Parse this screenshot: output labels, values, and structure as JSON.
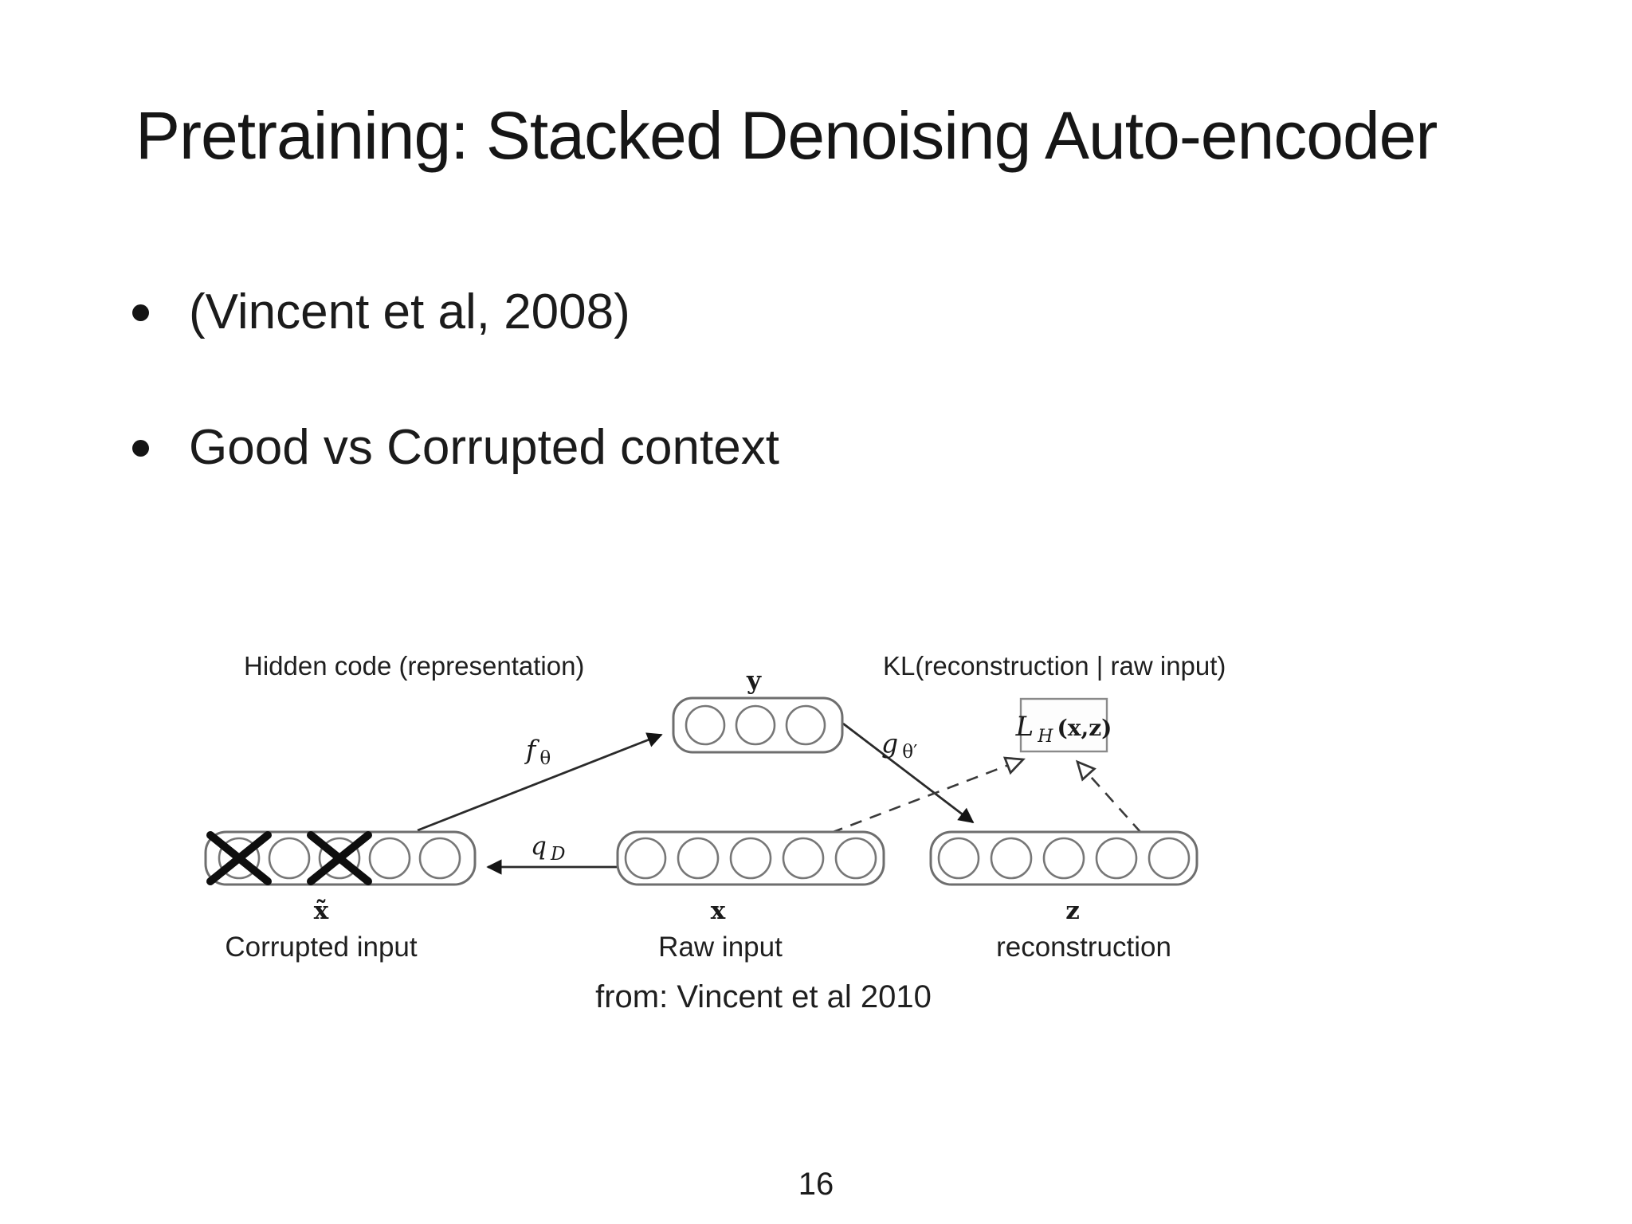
{
  "slide": {
    "title": "Pretraining: Stacked Denoising Auto-encoder",
    "bullets": [
      {
        "label": "(Vincent et al, 2008)"
      },
      {
        "label": "Good vs Corrupted context"
      }
    ],
    "page_number": "16"
  },
  "diagram": {
    "annotations": {
      "hidden_code": "Hidden code (representation)",
      "kl": "KL(reconstruction | raw input)"
    },
    "caption": "from: Vincent et al 2010",
    "nodes": {
      "hidden_code": {
        "symbol": "y",
        "units": 3
      },
      "corrupted_input": {
        "symbol": "x̃",
        "label": "Corrupted input",
        "units": 5,
        "crossed_units": [
          1,
          3
        ]
      },
      "raw_input": {
        "symbol": "x",
        "label": "Raw input",
        "units": 5
      },
      "reconstruction": {
        "symbol": "z",
        "label": "reconstruction",
        "units": 5
      }
    },
    "loss_box": {
      "name": "L",
      "subscript": "H",
      "args": "(x,z)"
    },
    "mappings": {
      "encoder": {
        "name": "f",
        "subscript": "θ"
      },
      "decoder": {
        "name": "g",
        "subscript": "θ′"
      },
      "corruption": {
        "name": "q",
        "subscript": "D"
      }
    },
    "colors": {
      "ink": "#1b1b1b",
      "figure_line": "#555555",
      "background": "#ffffff"
    }
  }
}
